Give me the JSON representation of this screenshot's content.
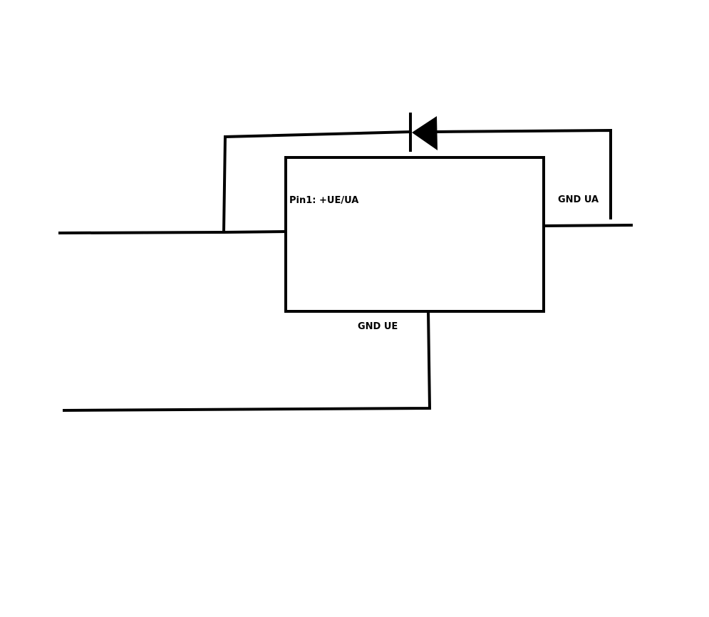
{
  "labels": {
    "pin1": "Pin1: +UE/UA",
    "gnd_ua": "GND UA",
    "gnd_ue": "GND UE"
  },
  "colors": {
    "background": "#ffffff",
    "stroke": "#000000"
  }
}
